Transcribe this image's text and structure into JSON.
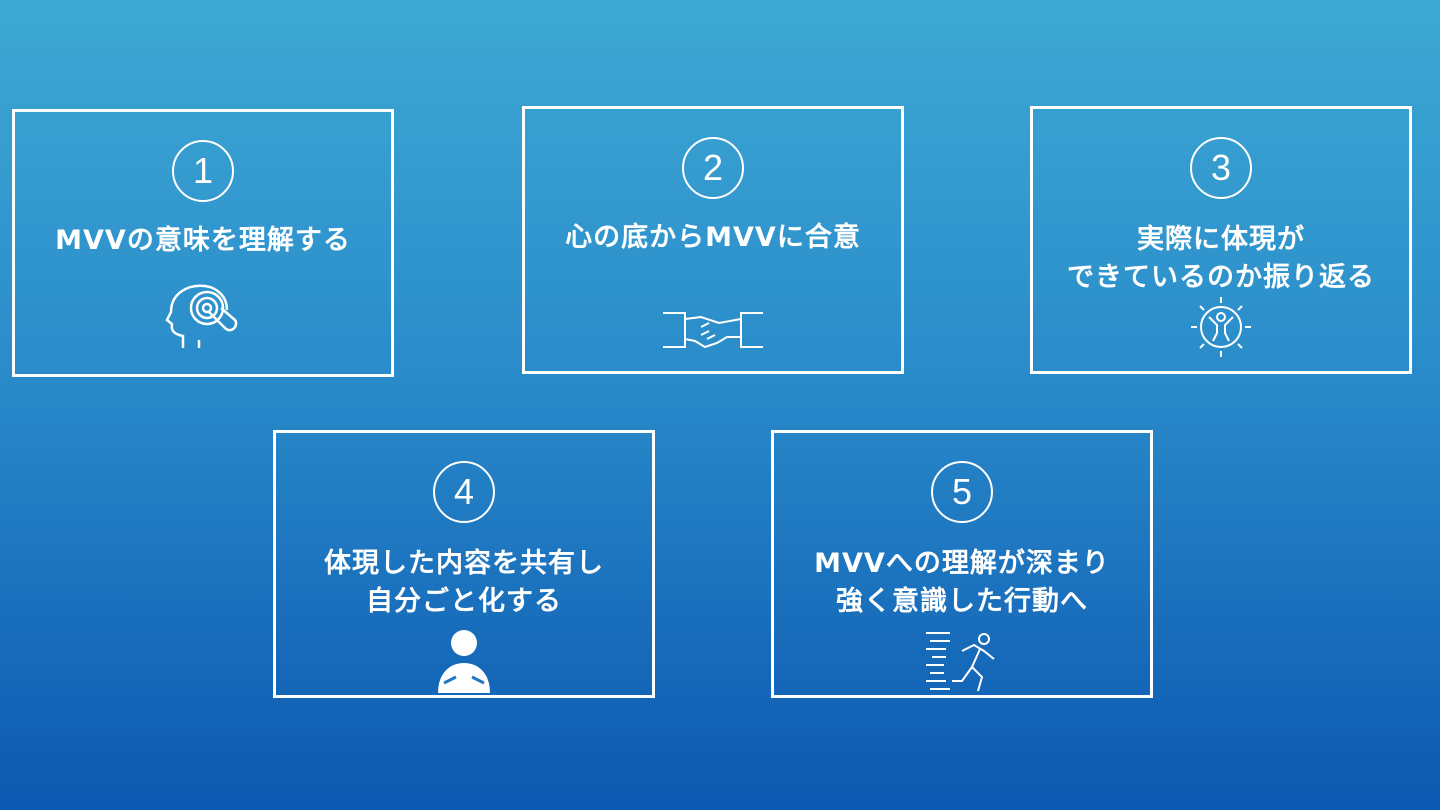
{
  "steps": [
    {
      "number": "1",
      "lines": [
        "MVVの意味を理解する"
      ],
      "icon": "head-touch-icon"
    },
    {
      "number": "2",
      "lines": [
        "心の底からMVVに合意"
      ],
      "icon": "handshake-icon"
    },
    {
      "number": "3",
      "lines": [
        "実際に体現が",
        "できているのか振り返る"
      ],
      "icon": "person-sun-icon"
    },
    {
      "number": "4",
      "lines": [
        "体現した内容を共有し",
        "自分ごと化する"
      ],
      "icon": "person-share-icon"
    },
    {
      "number": "5",
      "lines": [
        "MVVへの理解が深まり",
        "強く意識した行動へ"
      ],
      "icon": "running-person-icon"
    }
  ]
}
